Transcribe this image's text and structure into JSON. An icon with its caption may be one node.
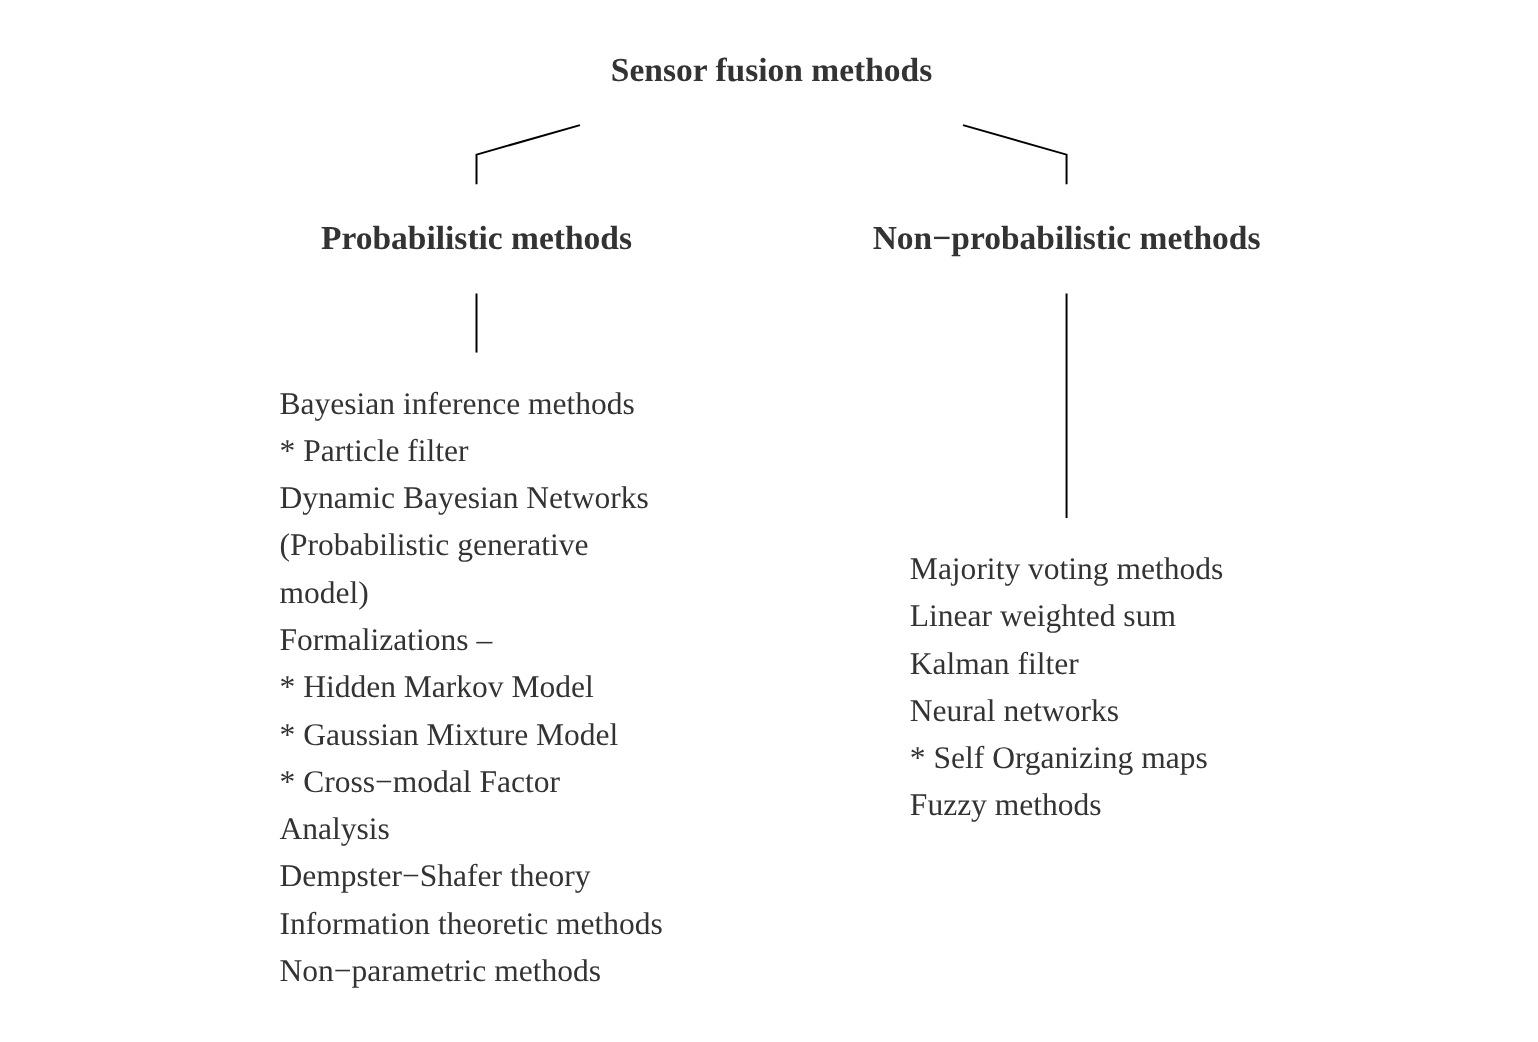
{
  "diagram": {
    "nodes": [
      {
        "text": [
          "Sensor fusion methods"
        ]
      },
      {
        "text": [
          "Probabilistic methods"
        ]
      },
      {
        "text": [
          "Non−probabilistic methods"
        ]
      },
      {
        "text": [
          "Bayesian inference methods",
          "* Particle filter",
          "Dynamic Bayesian Networks",
          "(Probabilistic generative model)",
          "Formalizations –",
          "* Hidden Markov Model",
          "* Gaussian Mixture Model",
          "* Cross−modal Factor Analysis",
          "Dempster−Shafer theory",
          "Information theoretic methods",
          "Non−parametric methods"
        ]
      },
      {
        "text": [
          "Majority voting methods",
          "Linear weighted sum",
          "Kalman filter",
          "Neural networks",
          "* Self Organizing maps",
          "Fuzzy methods"
        ]
      }
    ],
    "edges": [
      {
        "from": 0,
        "to": 1,
        "arrow": "none"
      },
      {
        "from": 0,
        "to": 2,
        "arrow": "none"
      },
      {
        "from": 1,
        "to": 3,
        "arrow": "none"
      },
      {
        "from": 2,
        "to": 4,
        "arrow": "none"
      }
    ]
  }
}
